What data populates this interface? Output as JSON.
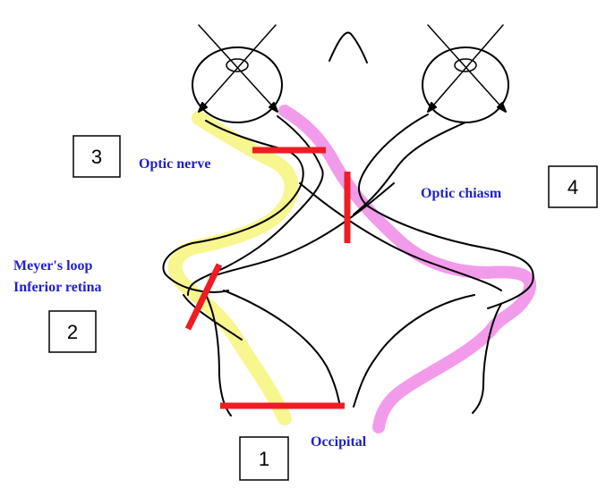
{
  "labels": {
    "optic_nerve": "Optic nerve",
    "optic_chiasm": "Optic chiasm",
    "meyers_loop": "Meyer's loop",
    "inferior_retina": "Inferior retina",
    "occipital": "Occipital"
  },
  "boxes": {
    "box1": "1",
    "box2": "2",
    "box3": "3",
    "box4": "4"
  },
  "colors": {
    "pathway": "#000000",
    "lesion": "#ee1c25",
    "left_highlight": "#f7f57a",
    "right_highlight": "#f08ae8",
    "label_text": "#1f1fd0"
  }
}
